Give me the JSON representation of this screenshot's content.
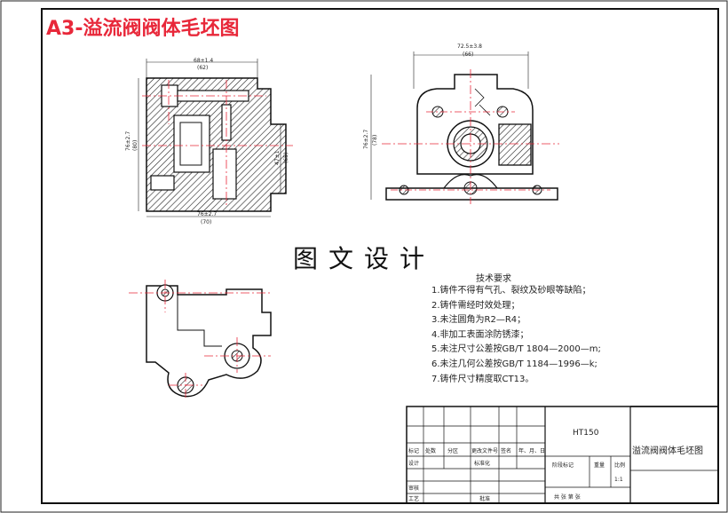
{
  "title": "A3-溢流阀阀体毛坯图",
  "stamp": "图文设计",
  "requirements": {
    "heading": "技术要求",
    "items": [
      "1.铸件不得有气孔、裂纹及砂眼等缺陷；",
      "2.铸件需经时效处理；",
      "3.未注圆角为R2—R4；",
      "4.非加工表面涂防锈漆；",
      "5.未注尺寸公差按GB/T 1804—2000—m;",
      "6.未注几何公差按GB/T 1184—1996—k;",
      "7.铸件尺寸精度取CT13。"
    ]
  },
  "dimensions": {
    "front_top": "68±1.4",
    "front_top_sub": "(62)",
    "front_left": "76±2.7",
    "front_left_sub": "(80)",
    "front_right": "47±1",
    "front_right_sub": "(65)",
    "front_bottom": "76±2.7",
    "front_bottom_sub": "(70)",
    "side_top": "72.5±3.8",
    "side_top_sub": "(66)",
    "side_left": "76±2.7",
    "side_left_sub": "(78)"
  },
  "title_block": {
    "material": "HT150",
    "drawing_name": "溢流阀阀体毛坯图",
    "row_labels": [
      "标记",
      "处数",
      "分区",
      "更改文件号",
      "签名",
      "年、月、日"
    ],
    "design": "设计",
    "standardize": "标准化",
    "stage_mark": "阶段标记",
    "weight": "重量",
    "scale": "比例",
    "scale_value": "1:1",
    "review": "审核",
    "craft": "工艺",
    "approve": "批准",
    "sheets": "共   张   第   张"
  },
  "colors": {
    "title": "#e8283a",
    "centerline": "#e8283a",
    "line": "#111111"
  }
}
